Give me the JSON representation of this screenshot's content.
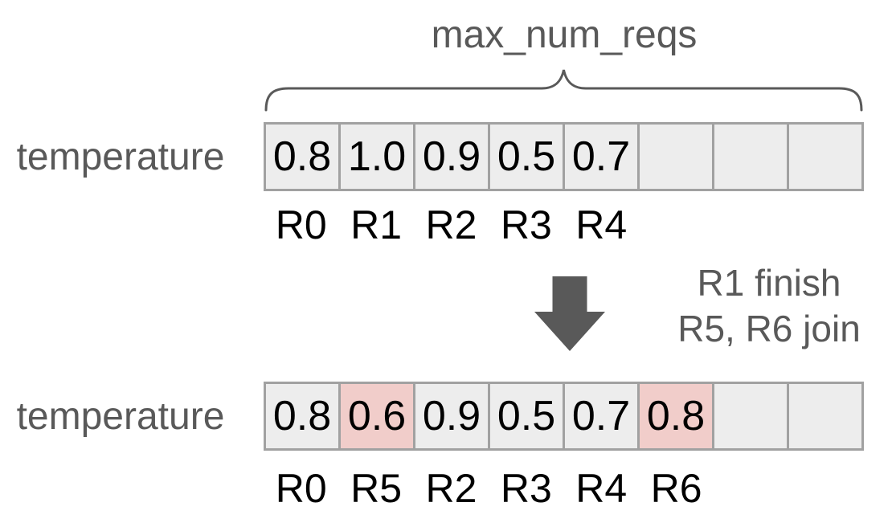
{
  "colors": {
    "label_gray": "#595959",
    "cell_bg": "#ededed",
    "cell_border": "#a1a1a1",
    "cell_text": "#000000",
    "highlight_bg": "#f1cdca",
    "arrow_gray": "#595959",
    "brace_stroke": "#595959"
  },
  "brace_label": "max_num_reqs",
  "transition": {
    "line1": "R1 finish",
    "line2": "R5, R6 join"
  },
  "before": {
    "row_label": "temperature",
    "cells": [
      "0.8",
      "1.0",
      "0.9",
      "0.5",
      "0.7",
      "",
      "",
      ""
    ],
    "request_labels": [
      "R0",
      "R1",
      "R2",
      "R3",
      "R4",
      "",
      "",
      ""
    ]
  },
  "after": {
    "row_label": "temperature",
    "cells": [
      "0.8",
      "0.6",
      "0.9",
      "0.5",
      "0.7",
      "0.8",
      "",
      ""
    ],
    "request_labels": [
      "R0",
      "R5",
      "R2",
      "R3",
      "R4",
      "R6",
      "",
      ""
    ],
    "highlighted_cells": [
      1,
      5
    ]
  }
}
